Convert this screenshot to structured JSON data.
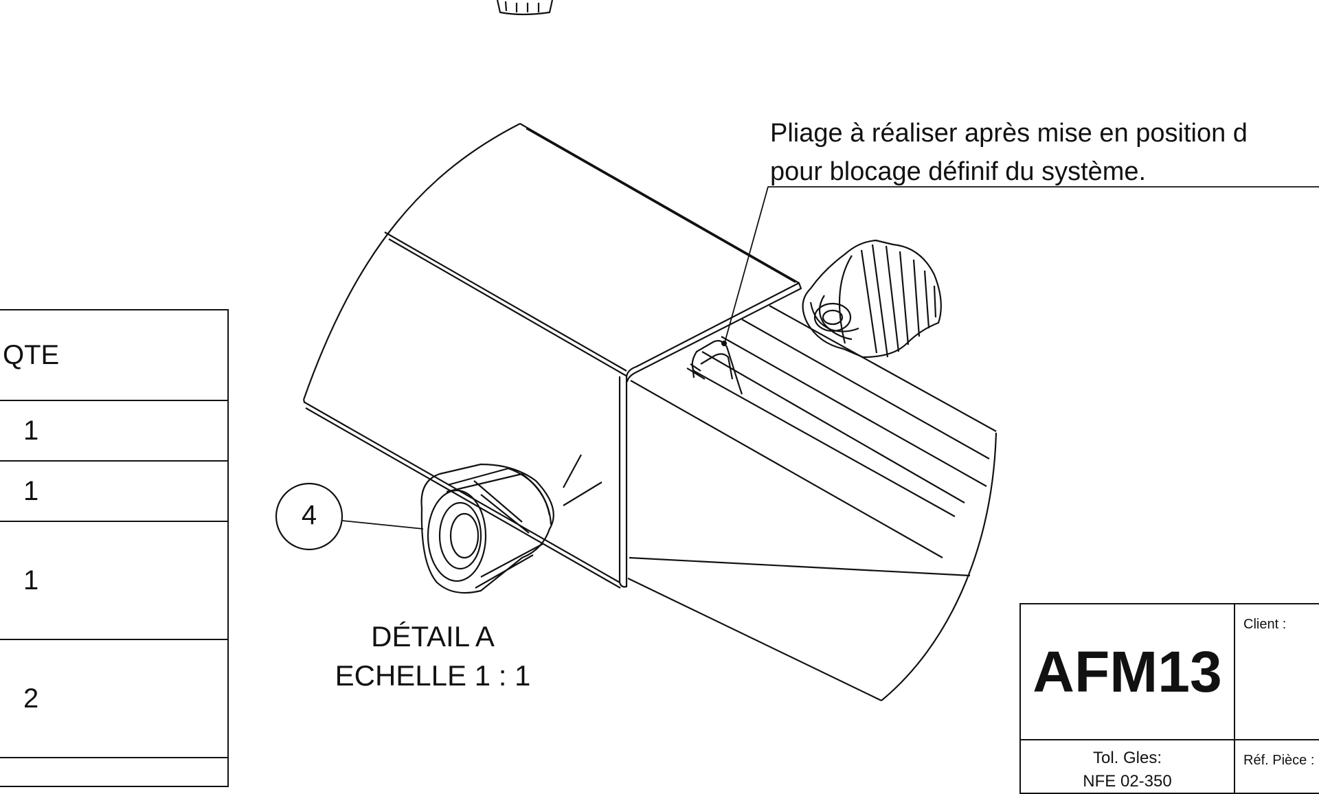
{
  "annotation": {
    "line1": "Pliage à réaliser après mise en position d",
    "line2": "pour blocage définif du système."
  },
  "detail": {
    "title": "DÉTAIL A",
    "scale": "ECHELLE 1 : 1"
  },
  "balloon": {
    "number": "4"
  },
  "bom": {
    "header": "QTE",
    "quantities": [
      "1",
      "1",
      "1",
      "2"
    ]
  },
  "title_block": {
    "drawing_code": "AFM13",
    "client_label": "Client :",
    "tolerance_label": "Tol. Gles:",
    "tolerance_value": "NFE 02-350",
    "part_ref_label": "Réf. Pièce :"
  }
}
